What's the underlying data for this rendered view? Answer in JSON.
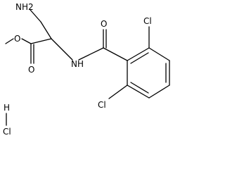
{
  "molecule": {
    "atoms": {
      "amine": "NH2",
      "ester_oxygen": "O",
      "carbonyl_oxygen_ester": "O",
      "amide_nitrogen": "NH",
      "carbonyl_oxygen_amide": "O",
      "chlorine_top": "Cl",
      "chlorine_bottom": "Cl",
      "hcl_hydrogen": "H",
      "hcl_chlorine": "Cl"
    }
  }
}
